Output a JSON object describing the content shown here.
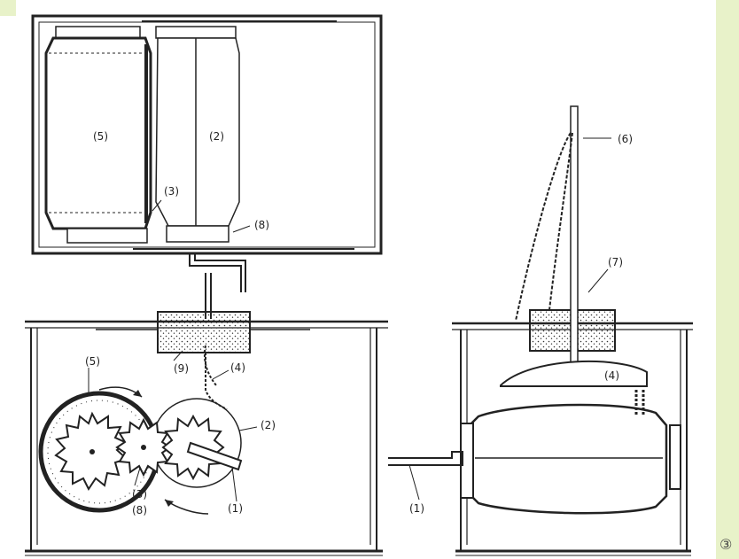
{
  "figure": {
    "page_marker": "③",
    "labels": {
      "top_5": "(5)",
      "top_2": "(2)",
      "top_3": "(3)",
      "top_8": "(8)",
      "left_5": "(5)",
      "left_9": "(9)",
      "left_4": "(4)",
      "left_2": "(2)",
      "left_3": "(3)",
      "left_8": "(8)",
      "left_1": "(1)",
      "right_6": "(6)",
      "right_7": "(7)",
      "right_4": "(4)",
      "right_1": "(1)"
    }
  },
  "colors": {
    "background_accent": "#e8f2c9",
    "ink": "#222222",
    "wood": "#ffffff"
  }
}
